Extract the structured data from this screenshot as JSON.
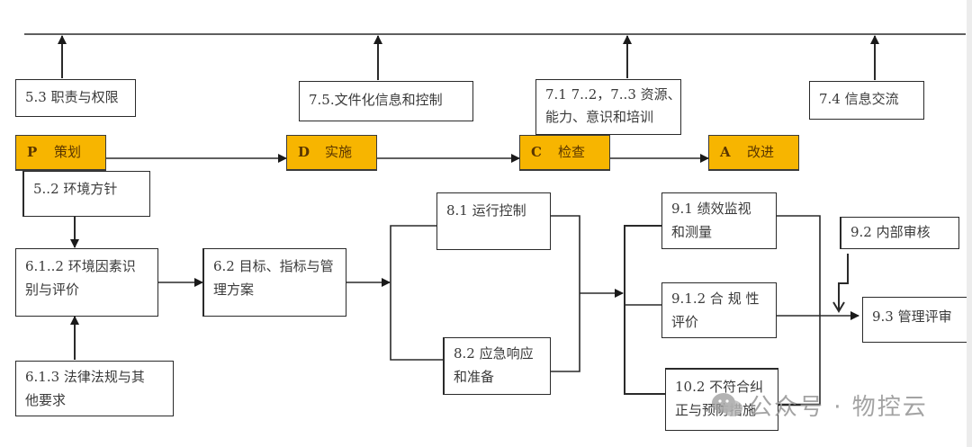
{
  "diagram": {
    "title": "",
    "pdca": [
      {
        "id": "P",
        "letter": "P",
        "label": "策划"
      },
      {
        "id": "D",
        "letter": "D",
        "label": "实施"
      },
      {
        "id": "C",
        "letter": "C",
        "label": "检查"
      },
      {
        "id": "A",
        "letter": "A",
        "label": "改进"
      }
    ],
    "support_boxes": [
      {
        "id": "5.3",
        "lines": [
          "5.3 职责与权限"
        ]
      },
      {
        "id": "7.5",
        "lines": [
          "7.5.文件化信息和控制"
        ]
      },
      {
        "id": "7.1-7.3",
        "lines": [
          "7.1 7..2，7..3 资源、",
          "能力、意识和培训"
        ]
      },
      {
        "id": "7.4",
        "lines": [
          "7.4 信息交流"
        ]
      }
    ],
    "process_boxes": [
      {
        "id": "5.2",
        "lines": [
          "5..2 环境方针"
        ]
      },
      {
        "id": "6.1.2",
        "lines": [
          "6.1..2  环境因素识",
          "别与评价"
        ]
      },
      {
        "id": "6.1.3",
        "lines": [
          "6.1.3  法律法规与其",
          "他要求"
        ]
      },
      {
        "id": "6.2",
        "lines": [
          "6.2 目标、指标与管",
          "理方案"
        ]
      },
      {
        "id": "8.1",
        "lines": [
          "8.1 运行控制"
        ]
      },
      {
        "id": "8.2",
        "lines": [
          "8.2 应急响应",
          "和准备"
        ]
      },
      {
        "id": "9.1",
        "lines": [
          "9.1  绩效监视",
          "和测量"
        ]
      },
      {
        "id": "9.1.2",
        "lines": [
          "9.1.2  合 规 性",
          "评价"
        ]
      },
      {
        "id": "10.2",
        "lines": [
          "10.2 不符合纠",
          "正与预防措施"
        ]
      },
      {
        "id": "9.2",
        "lines": [
          "9.2 内部审核"
        ]
      },
      {
        "id": "9.3",
        "lines": [
          "9.3 管理评审"
        ]
      }
    ],
    "colors": {
      "pdca_fill": "#f7b500",
      "line": "#2a2a2a"
    }
  },
  "watermark": {
    "text": "公众号 · 物控云",
    "icon": "wechat-icon"
  }
}
